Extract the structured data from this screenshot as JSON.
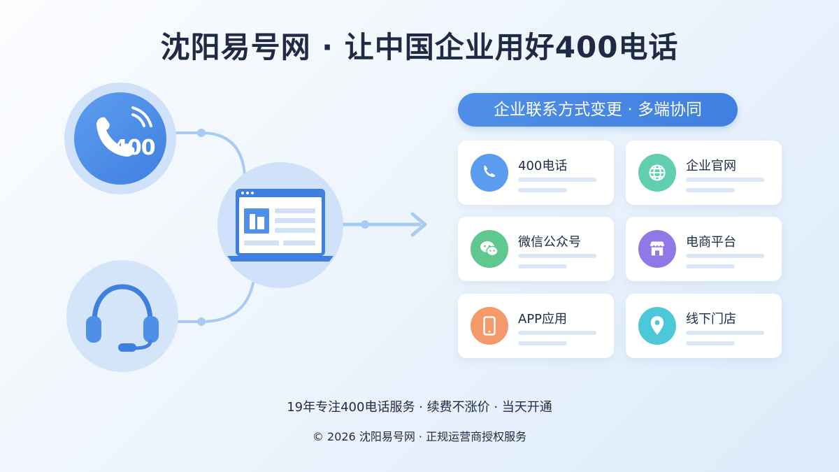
{
  "title": "沈阳易号网 · 让中国企业用好400电话",
  "phone_badge": "400",
  "section_heading": "企业联系方式变更 · 多端协同",
  "cards": [
    {
      "label": "400电话",
      "icon": "phone-icon",
      "color": "#5b9cf0"
    },
    {
      "label": "企业官网",
      "icon": "globe-icon",
      "color": "#5fcfae"
    },
    {
      "label": "微信公众号",
      "icon": "wechat-icon",
      "color": "#5fc88f"
    },
    {
      "label": "电商平台",
      "icon": "shop-icon",
      "color": "#8f79e6"
    },
    {
      "label": "APP应用",
      "icon": "mobile-icon",
      "color": "#f49a6a"
    },
    {
      "label": "线下门店",
      "icon": "location-icon",
      "color": "#4cc8d8"
    }
  ],
  "tagline": "19年专注400电话服务 · 续费不涨价 · 当天开通",
  "copyright": "© 2026 沈阳易号网 · 正规运营商授权服务",
  "colors": {
    "accent": "#3f7fe0",
    "title": "#1f2a44",
    "connector": "#a9cbf3"
  }
}
